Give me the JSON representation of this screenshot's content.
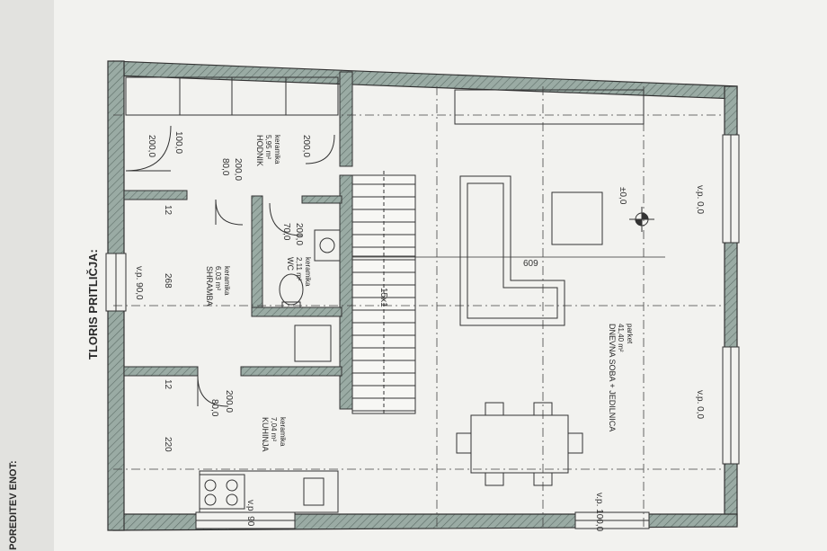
{
  "page": {
    "side_title": "TLORIS PRITLIČJA:",
    "side_caption": "POREDITEV ENOT:"
  },
  "rooms": {
    "hodnik": {
      "name": "HODNIK",
      "area": "5,95 m²",
      "floor": "keramika"
    },
    "shramba": {
      "name": "SHRAMBA",
      "area": "6,03 m²",
      "floor": "keramika"
    },
    "wc": {
      "name": "WC",
      "area": "2,11 m²",
      "floor": "keramika"
    },
    "kuhinja": {
      "name": "KUHINJA",
      "area": "7,04 m²",
      "floor": "keramika"
    },
    "dnevna": {
      "name": "DNEVNA SOBA + JEDILNICA",
      "area": "41,40 m²",
      "floor": "parket"
    }
  },
  "dimensions": {
    "door_main": "100,0",
    "door_main_h": "200,0",
    "door_hall": "200,0",
    "door_shramba_w": "80,0",
    "door_shramba_h": "200,0",
    "door_wc_w": "70,0",
    "door_wc_h": "200,0",
    "door_kuhinja_w": "80,0",
    "door_kuhinja_h": "200,0",
    "dim_12_top": "12",
    "dim_12_bottom": "12",
    "dim_268": "268",
    "dim_220": "220",
    "window_left": "v.p. 90,0",
    "window_bottom": "v.p. 90",
    "window_bottom_right": "v.p. 100,0",
    "window_right_top": "v.p. 0,0",
    "window_right_bottom": "v.p. 0,0",
    "level": "±0,0",
    "dim_609": "609",
    "stair_label": "15x1"
  },
  "colors": {
    "wall_fill": "#8fa09a",
    "line": "#333333",
    "paper": "#f2f2ef"
  }
}
